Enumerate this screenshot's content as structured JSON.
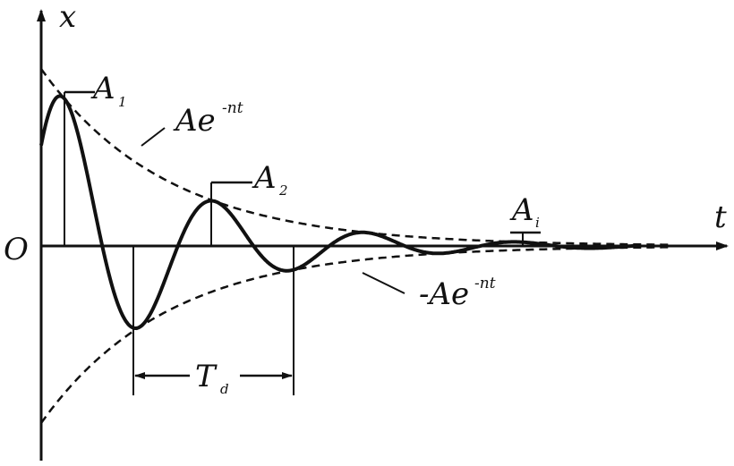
{
  "labels": {
    "y_axis": "x",
    "x_axis": "t",
    "origin": "O",
    "A1_main": "A",
    "A1_sub": "1",
    "A2_main": "A",
    "A2_sub": "2",
    "Ai_main": "A",
    "Ai_sub": "i",
    "upper_env_main": "Ae",
    "upper_env_sup": "-nt",
    "lower_env_main": "-Ae",
    "lower_env_sup": "-nt",
    "period_main": "T",
    "period_sub": "d"
  },
  "colors": {
    "ink": "#111111",
    "background": "#ffffff"
  },
  "curves": {
    "line_style": {
      "envelope": "dashed",
      "response": "solid"
    }
  }
}
